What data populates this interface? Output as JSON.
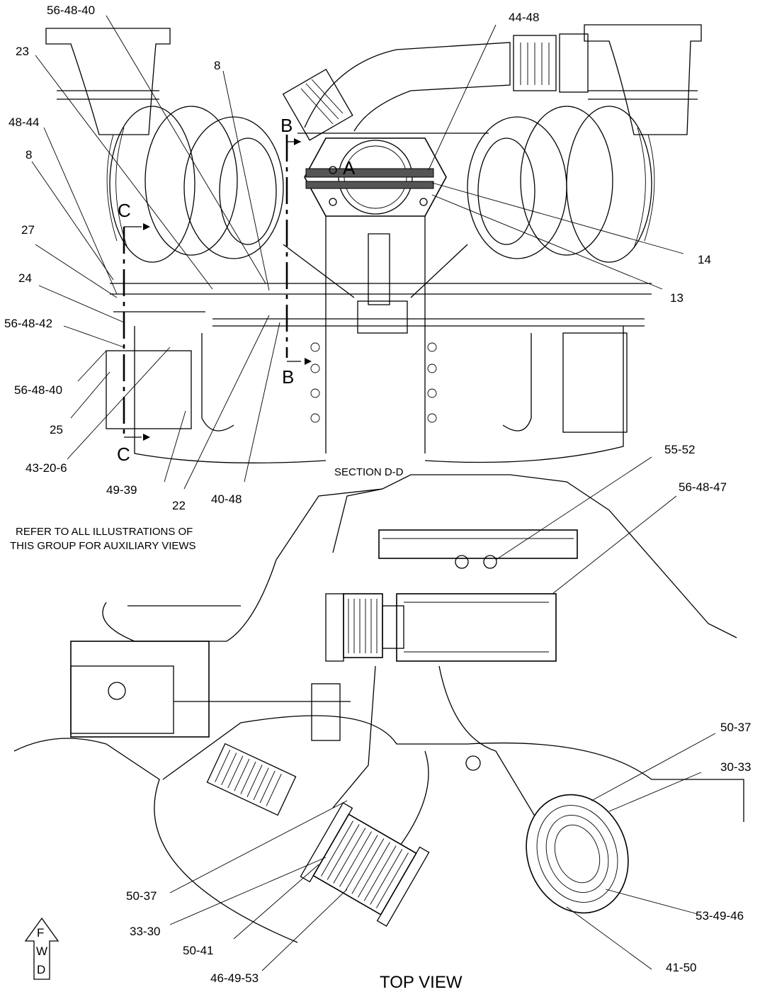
{
  "callouts_upper": [
    {
      "id": "c-56-48-40-top",
      "text": "56-48-40"
    },
    {
      "id": "c-44-48",
      "text": "44-48"
    },
    {
      "id": "c-23",
      "text": "23"
    },
    {
      "id": "c-8-center",
      "text": "8"
    },
    {
      "id": "c-48-44",
      "text": "48-44"
    },
    {
      "id": "c-8-left",
      "text": "8"
    },
    {
      "id": "c-27",
      "text": "27"
    },
    {
      "id": "c-24",
      "text": "24"
    },
    {
      "id": "c-56-48-42",
      "text": "56-48-42"
    },
    {
      "id": "c-56-48-40-left",
      "text": "56-48-40"
    },
    {
      "id": "c-25",
      "text": "25"
    },
    {
      "id": "c-43-20-6",
      "text": "43-20-6"
    },
    {
      "id": "c-49-39",
      "text": "49-39"
    },
    {
      "id": "c-22",
      "text": "22"
    },
    {
      "id": "c-40-48",
      "text": "40-48"
    },
    {
      "id": "c-14",
      "text": "14"
    },
    {
      "id": "c-13",
      "text": "13"
    }
  ],
  "section_markers": {
    "b_top": "B",
    "b_bottom": "B",
    "c_top": "C",
    "c_bottom": "C",
    "a": "A"
  },
  "section_title": "SECTION D-D",
  "note_line1": "REFER TO ALL ILLUSTRATIONS OF",
  "note_line2": "THIS GROUP FOR AUXILIARY VIEWS",
  "callouts_lower": [
    {
      "id": "c-55-52",
      "text": "55-52"
    },
    {
      "id": "c-56-48-47",
      "text": "56-48-47"
    },
    {
      "id": "c-50-37-right",
      "text": "50-37"
    },
    {
      "id": "c-30-33",
      "text": "30-33"
    },
    {
      "id": "c-50-37-left",
      "text": "50-37"
    },
    {
      "id": "c-33-30",
      "text": "33-30"
    },
    {
      "id": "c-50-41",
      "text": "50-41"
    },
    {
      "id": "c-46-49-53",
      "text": "46-49-53"
    },
    {
      "id": "c-53-49-46",
      "text": "53-49-46"
    },
    {
      "id": "c-41-50",
      "text": "41-50"
    }
  ],
  "fwd": {
    "l1": "F",
    "l2": "W",
    "l3": "D"
  },
  "view_title": "TOP VIEW"
}
